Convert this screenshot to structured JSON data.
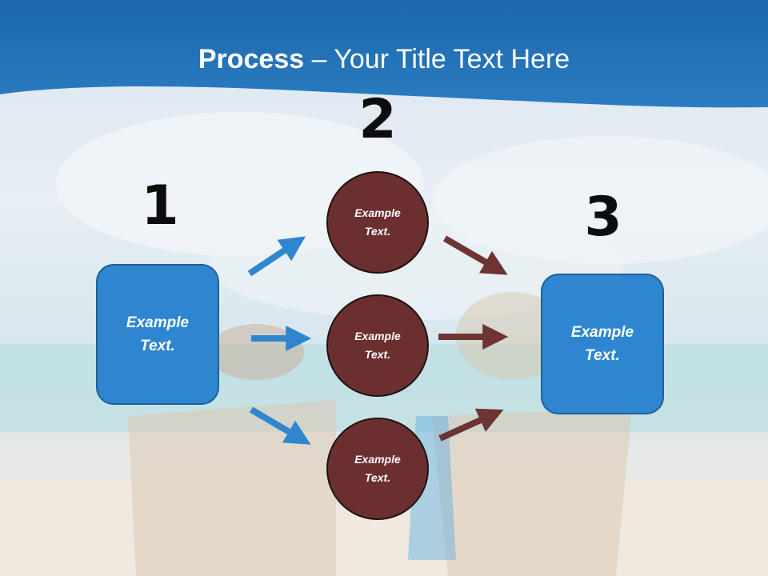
{
  "slide": {
    "title_bold": "Process",
    "title_rest": " – Your Title Text Here"
  },
  "steps": {
    "one": "1",
    "two": "2",
    "three": "3"
  },
  "boxes": {
    "left": "Example Text.",
    "right": "Example Text."
  },
  "circles": {
    "top": "Example Text.",
    "middle": "Example Text.",
    "bottom": "Example Text."
  },
  "colors": {
    "header_blue": "#1f6fb4",
    "box_blue": "#2e86d0",
    "circle_maroon": "#6b2f2f",
    "arrow_blue": "#2f86cf",
    "arrow_maroon": "#6e3333"
  }
}
